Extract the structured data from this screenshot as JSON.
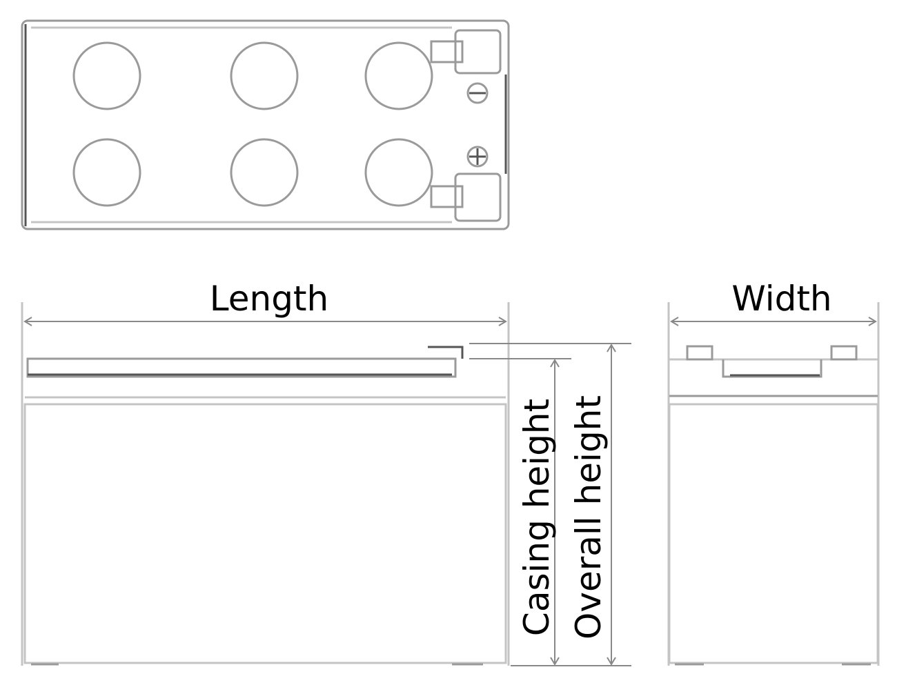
{
  "labels": {
    "length": "Length",
    "width": "Width",
    "casing_height": "Casing height",
    "overall_height": "Overall height"
  },
  "colors": {
    "line": "#9a9a9a",
    "text": "#000000"
  }
}
